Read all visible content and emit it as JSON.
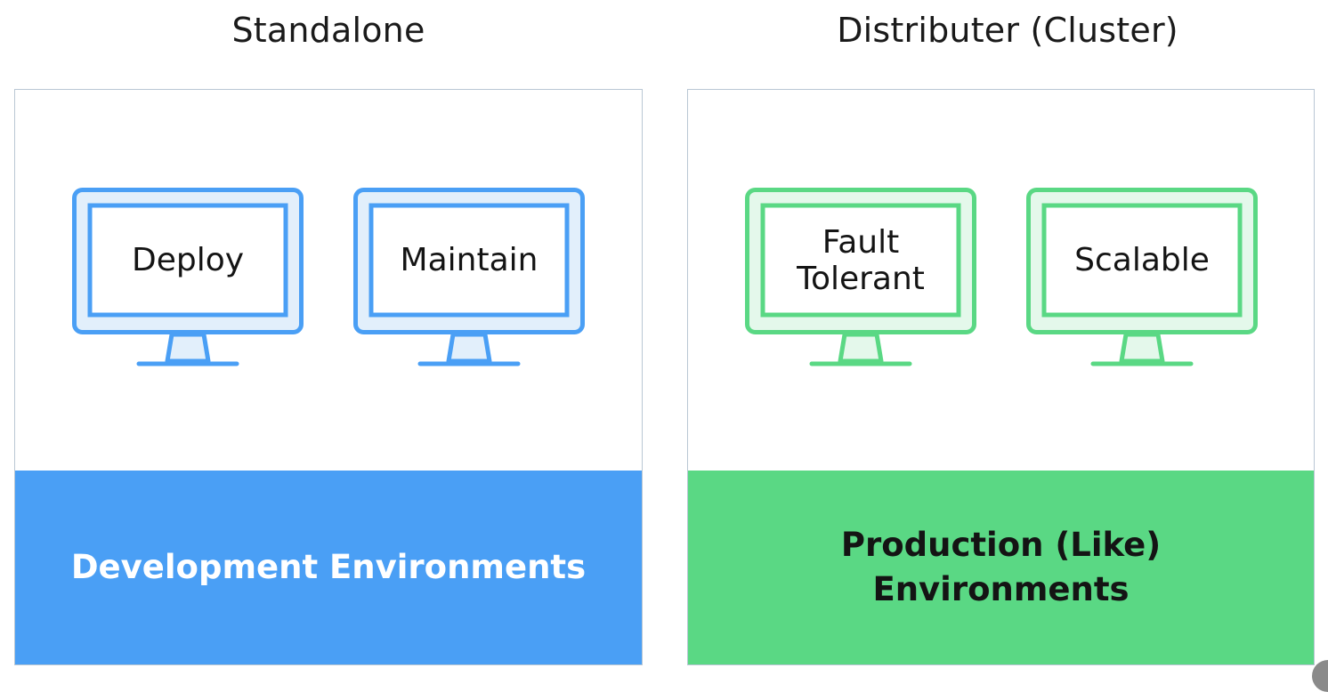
{
  "colors": {
    "blue_accent": "#4a9ff5",
    "blue_fill": "#e2effb",
    "green_accent": "#5ad884",
    "green_fill": "#e4f8eb",
    "dark_text": "#141414"
  },
  "left": {
    "heading": "Standalone",
    "monitors": [
      {
        "label": "Deploy",
        "icon": "monitor-icon"
      },
      {
        "label": "Maintain",
        "icon": "monitor-icon"
      }
    ],
    "footer": "Development Environments"
  },
  "right": {
    "heading": "Distributer (Cluster)",
    "monitors": [
      {
        "label": "Fault\nTolerant",
        "icon": "monitor-icon"
      },
      {
        "label": "Scalable",
        "icon": "monitor-icon"
      }
    ],
    "footer": "Production (Like)\nEnvironments"
  }
}
